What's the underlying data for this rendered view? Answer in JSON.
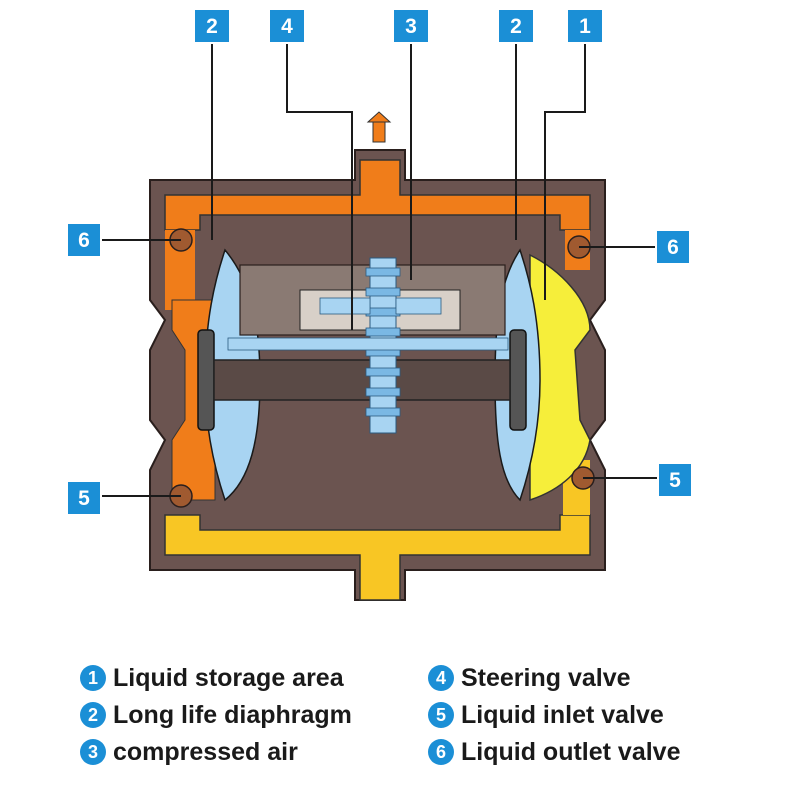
{
  "callouts": {
    "top": [
      "2",
      "4",
      "3",
      "2",
      "1"
    ],
    "left_upper": "6",
    "right_upper": "6",
    "left_lower": "5",
    "right_lower": "5"
  },
  "legend": {
    "left": [
      {
        "num": "1",
        "label": "Liquid storage area"
      },
      {
        "num": "2",
        "label": "Long life diaphragm"
      },
      {
        "num": "3",
        "label": "compressed air"
      }
    ],
    "right": [
      {
        "num": "4",
        "label": "Steering valve"
      },
      {
        "num": "5",
        "label": "Liquid inlet valve"
      },
      {
        "num": "6",
        "label": "Liquid outlet valve"
      }
    ]
  },
  "colors": {
    "callout_box": "#1b8fd6",
    "housing": "#6b5450",
    "outlet_liquid": "#f07d1a",
    "inlet_liquid": "#f8c624",
    "air_chamber": "#a8d4f2",
    "liquid_chamber": "#f6ee3a",
    "outline": "#1a1a1a"
  }
}
